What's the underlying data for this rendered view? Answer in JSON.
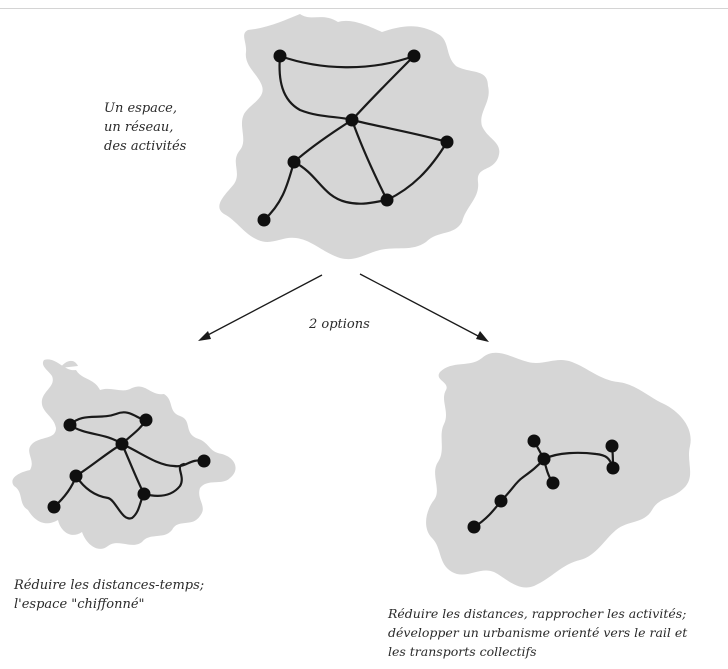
{
  "labels": {
    "top": [
      "Un espace,",
      "un réseau,",
      "des activités"
    ],
    "options": "2 options",
    "left": [
      "Réduire les distances-temps;",
      "l'espace \"chiffonné\""
    ],
    "right": [
      "Réduire les distances, rapprocher les activités;",
      "développer un urbanisme orienté vers le rail et",
      "les transports collectifs"
    ]
  },
  "colors": {
    "territory": "#d6d6d6",
    "network": "#1a1a1a"
  }
}
